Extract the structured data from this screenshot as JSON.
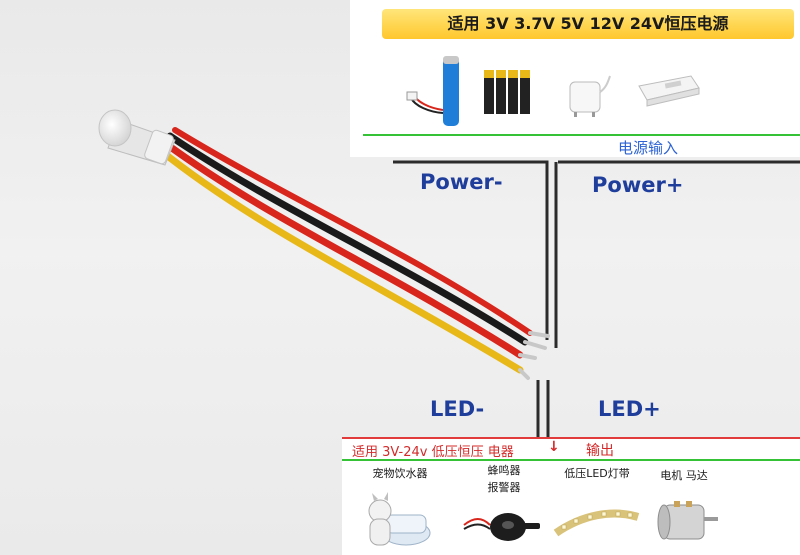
{
  "top_panel": {
    "banner": "适用 3V  3.7V 5V 12V 24V恒压电源",
    "caption": "电源输入",
    "colors": {
      "banner": "#ffd23f",
      "line": "#36c236",
      "caption": "#2d63d3"
    }
  },
  "labels": {
    "power_minus": "Power-",
    "power_plus": "Power+",
    "led_minus": "LED-",
    "led_plus": "LED+"
  },
  "bottom_panel": {
    "caption": "适用  3V-24v 低压恒压 电器",
    "arrow": "↓",
    "output": "输出",
    "devices": [
      {
        "label": "宠物饮水器",
        "icon": "pet-fountain-icon"
      },
      {
        "label_line1": "蜂鸣器",
        "label_line2": "报警器",
        "icon": "buzzer-icon"
      },
      {
        "label": "低压LED灯带",
        "icon": "led-strip-icon"
      },
      {
        "label": "电机 马达",
        "icon": "dc-motor-icon"
      }
    ],
    "colors": {
      "caption": "#d42a2a",
      "line": "#36c236"
    }
  },
  "wire_colors": [
    "#e8b818",
    "#d8261c",
    "#1a1a1a"
  ]
}
